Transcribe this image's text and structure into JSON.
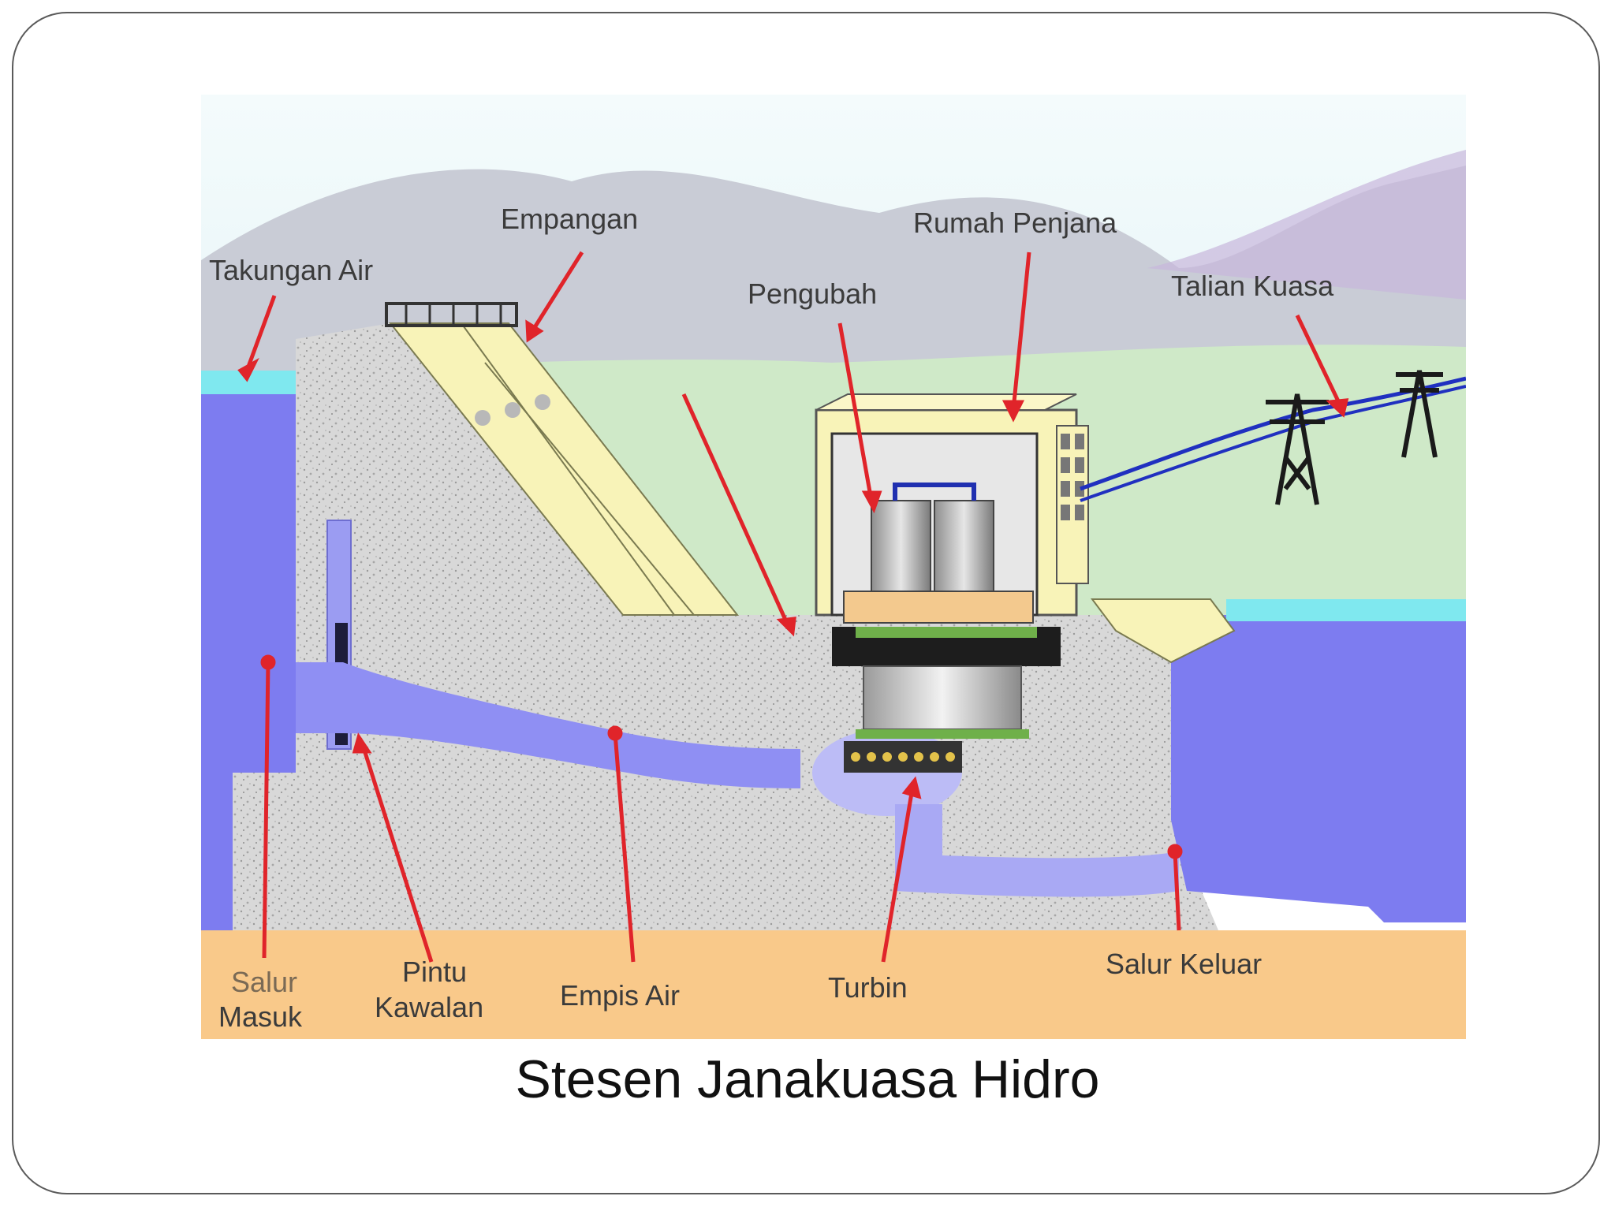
{
  "caption": "Stesen Janakuasa Hidro",
  "labels": {
    "takungan_air": "Takungan Air",
    "empangan": "Empangan",
    "rumah_penjana": "Rumah Penjana",
    "pengubah": "Pengubah",
    "talian_kuasa": "Talian Kuasa",
    "salur_masuk_1": "Salur",
    "salur_masuk_2": "Masuk",
    "pintu_kawalan_1": "Pintu",
    "pintu_kawalan_2": "Kawalan",
    "empis_air": "Empis Air",
    "turbin": "Turbin",
    "salur_keluar": "Salur Keluar"
  },
  "colors": {
    "sky": "#e9f6f8",
    "mountain": "#c7cbd3",
    "grass": "#cde8c6",
    "water": "#7f7ef0",
    "water_surface": "#77e3ee",
    "concrete": "#d9d9d9",
    "ground": "#f9c98a",
    "label_text": "#3b3b3b",
    "pointer": "#e0242a"
  }
}
